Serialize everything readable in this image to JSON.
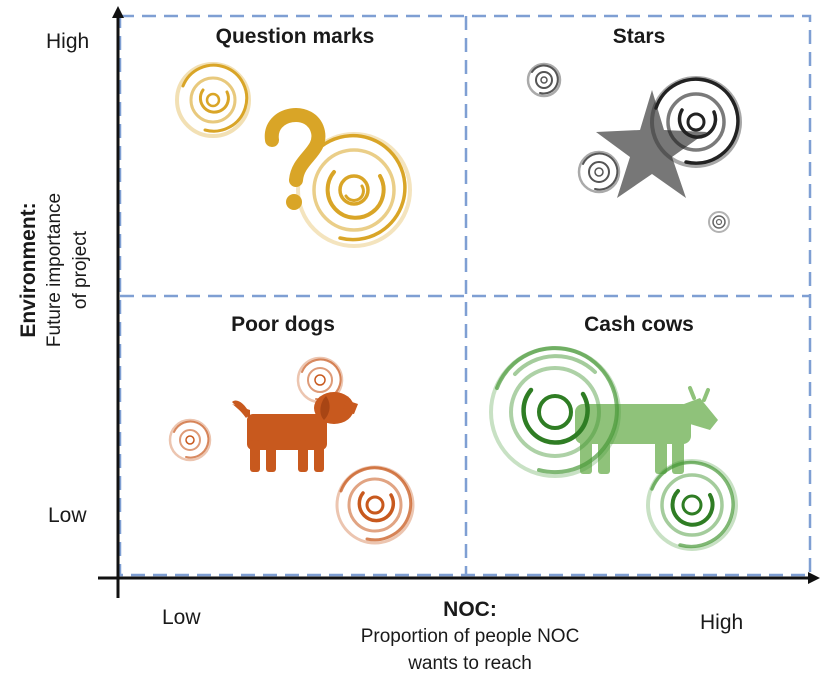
{
  "quadrants": {
    "top_left": "Question marks",
    "top_right": "Stars",
    "bottom_left": "Poor dogs",
    "bottom_right": "Cash cows"
  },
  "y_axis": {
    "high": "High",
    "low": "Low",
    "title_bold": "Environment:",
    "title_line1": "Future importance",
    "title_line2": "of project"
  },
  "x_axis": {
    "low": "Low",
    "high": "High",
    "title_bold": "NOC:",
    "title_line1": "Proportion of people NOC",
    "title_line2": "wants to reach"
  },
  "colors": {
    "question_marks": "#d9a527",
    "stars": "#555555",
    "poor_dogs": "#c8591e",
    "cash_cows": "#5aa646",
    "grid_dash": "#7f9fd3",
    "axis": "#111111"
  },
  "icons": {
    "top_left": "question-mark-icon",
    "top_right": "star-icon",
    "bottom_left": "dog-icon",
    "bottom_right": "cow-icon"
  }
}
